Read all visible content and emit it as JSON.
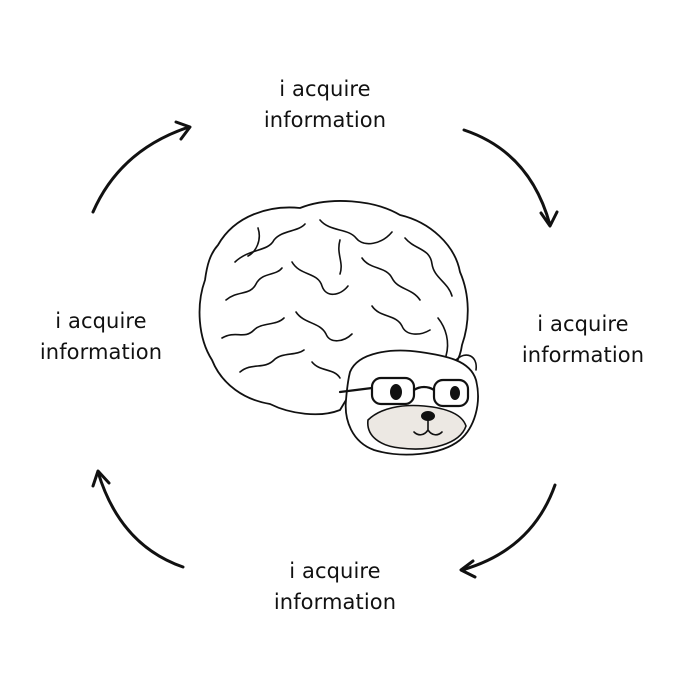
{
  "cycle": {
    "nodes": [
      {
        "position": "top",
        "line1": "i acquire",
        "line2": "information"
      },
      {
        "position": "right",
        "line1": "i acquire",
        "line2": "information"
      },
      {
        "position": "bottom",
        "line1": "i acquire",
        "line2": "information"
      },
      {
        "position": "left",
        "line1": "i acquire",
        "line2": "information"
      }
    ],
    "direction": "clockwise",
    "arrow_color": "#111111"
  },
  "illustration": {
    "subject": "brain-with-glasses",
    "wearing": "glasses-icon"
  }
}
